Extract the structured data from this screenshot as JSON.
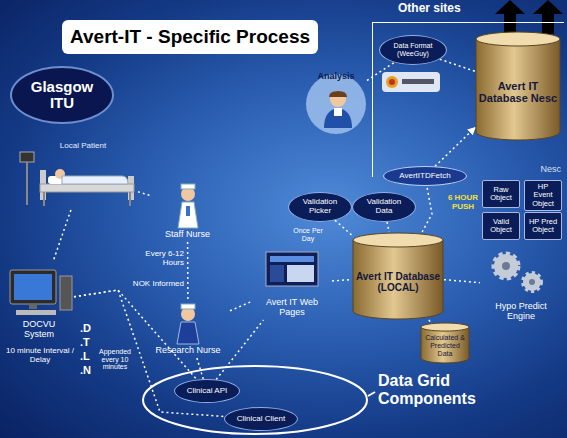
{
  "diagram": {
    "title": "Avert-IT - Specific Process",
    "nodes": [
      {
        "text": [
          "Glasgow ITU"
        ]
      },
      {
        "text": [
          "Local Patient"
        ]
      },
      {
        "text": [
          "Staff Nurse"
        ]
      },
      {
        "text": [
          "Research Nurse"
        ]
      },
      {
        "text": [
          "DOCVU System"
        ]
      },
      {
        "text": [
          "Clinical API"
        ]
      },
      {
        "text": [
          "Clinical Client"
        ]
      },
      {
        "text": [
          "Avert IT Web Pages"
        ]
      },
      {
        "text": [
          "Validation Picker"
        ]
      },
      {
        "text": [
          "Validation Data"
        ]
      },
      {
        "text": [
          "Avert IT Database (LOCAL)"
        ]
      },
      {
        "text": [
          "AvertITDFetch"
        ]
      },
      {
        "text": [
          "Raw Object"
        ]
      },
      {
        "text": [
          "HP Event Object"
        ]
      },
      {
        "text": [
          "Valid Object"
        ]
      },
      {
        "text": [
          "HP Pred Object"
        ]
      },
      {
        "text": [
          "Hypo Predict Engine"
        ]
      },
      {
        "text": [
          "Calculated & Predicted Data"
        ]
      },
      {
        "text": [
          "Nesc"
        ]
      },
      {
        "text": [
          "Avert IT Database Nesc"
        ],
        "in": 18
      },
      {
        "text": [
          "Data Format (WeeGuy)"
        ],
        "in": 18
      },
      {
        "text": [
          "Analysis"
        ]
      }
    ],
    "edges": [
      {
        "from": 1,
        "to": 4,
        "arrow": "none"
      },
      {
        "from": 1,
        "to": 2,
        "arrow": "none"
      },
      {
        "from": 2,
        "to": 3,
        "arrow": "none"
      },
      {
        "from": 4,
        "to": 5,
        "arrow": "none"
      },
      {
        "from": 4,
        "to": 6,
        "arrow": "none"
      },
      {
        "from": 3,
        "to": 7,
        "arrow": "none"
      },
      {
        "from": 5,
        "to": 7,
        "arrow": "none"
      },
      {
        "from": 7,
        "to": 10,
        "arrow": "none"
      },
      {
        "from": 8,
        "to": 10,
        "arrow": "none"
      },
      {
        "from": 9,
        "to": 10,
        "arrow": "none"
      },
      {
        "from": 10,
        "to": 11,
        "arrow": "none"
      },
      {
        "from": 11,
        "to": 19,
        "arrow": "to"
      },
      {
        "from": 10,
        "to": 16,
        "arrow": "none"
      },
      {
        "from": 10,
        "to": 17,
        "arrow": "none"
      },
      {
        "from": 21,
        "to": 20,
        "arrow": "none"
      },
      {
        "from": 20,
        "to": 19,
        "arrow": "none"
      },
      {
        "from": 3,
        "to": 5,
        "arrow": "none"
      }
    ],
    "labels": [
      "Every 6-12 Hours",
      "NOK Informed",
      "10 minute Interval / Delay",
      ".D",
      ".T",
      ".L",
      ".N",
      "Appended every 10 minutes",
      "Once Per Day",
      "6 HOUR PUSH",
      "Data Grid Components",
      "Other sites"
    ]
  }
}
